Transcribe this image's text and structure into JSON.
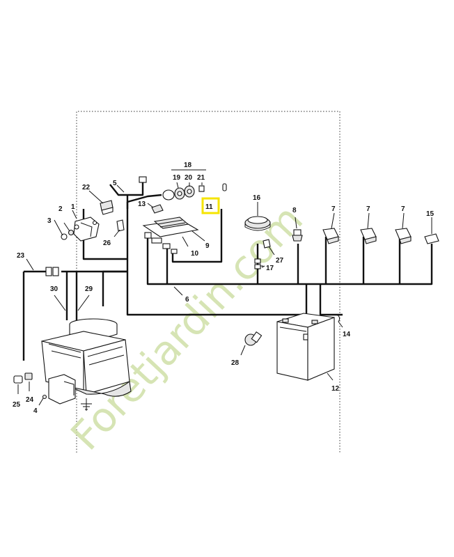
{
  "watermark": {
    "text": "Foretjardin.com",
    "color": "#cfe0a8"
  },
  "highlight_color": "#f5e400",
  "labels": {
    "p1": "1",
    "p2": "2",
    "p3": "3",
    "p4": "4",
    "p5": "5",
    "p6": "6",
    "p7a": "7",
    "p7b": "7",
    "p7c": "7",
    "p8": "8",
    "p9": "9",
    "p10": "10",
    "p11": "11",
    "p12": "12",
    "p13": "13",
    "p14": "14",
    "p15": "15",
    "p16": "16",
    "p17": "17",
    "p18": "18",
    "p19": "19",
    "p20": "20",
    "p21": "21",
    "p22": "22",
    "p23": "23",
    "p24": "24",
    "p25": "25",
    "p26": "26",
    "p27": "27",
    "p28": "28",
    "p29": "29",
    "p30": "30"
  },
  "highlighted_label": "p11"
}
